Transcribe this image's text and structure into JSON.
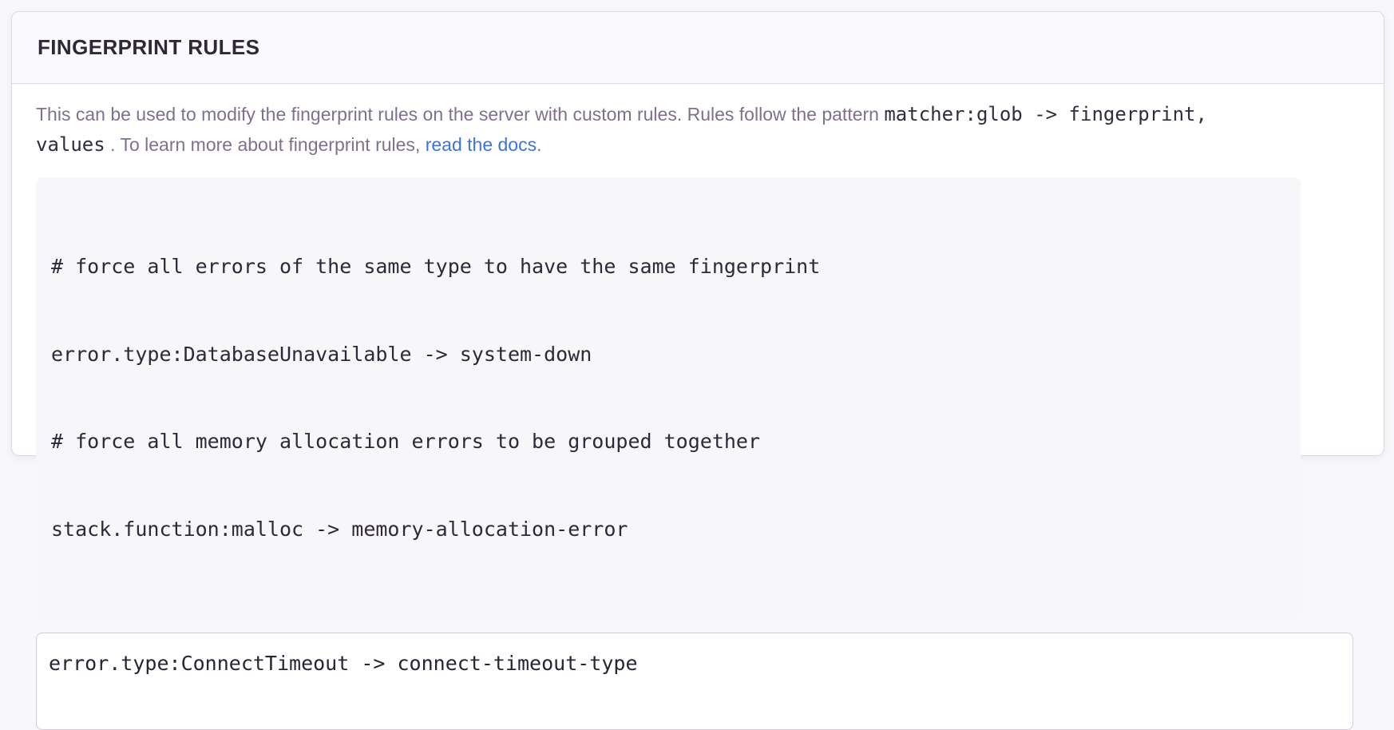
{
  "panel": {
    "title": "FINGERPRINT RULES",
    "description": {
      "line1_text": "This can be used to modify the fingerprint rules on the server with custom rules. Rules follow the pattern ",
      "line1_code": "matcher:glob -> fingerprint,",
      "line2_code": "values",
      "line2_text": " . To learn more about fingerprint rules, ",
      "link_label": "read the docs",
      "line2_suffix": "."
    },
    "code_example": {
      "lines": [
        "# force all errors of the same type to have the same fingerprint",
        "error.type:DatabaseUnavailable -> system-down",
        "# force all memory allocation errors to be grouped together",
        "stack.function:malloc -> memory-allocation-error"
      ]
    },
    "rules_input": {
      "value": "error.type:ConnectTimeout -> connect-timeout-type"
    },
    "colors": {
      "link_blue": "#3c74dd",
      "text_muted": "#80708f",
      "text_dark": "#2b2233",
      "panel_border": "#dcd8e2",
      "input_border": "#d1cad8",
      "code_bg": "#f7f6f9",
      "header_bg": "#faf9fb"
    }
  }
}
